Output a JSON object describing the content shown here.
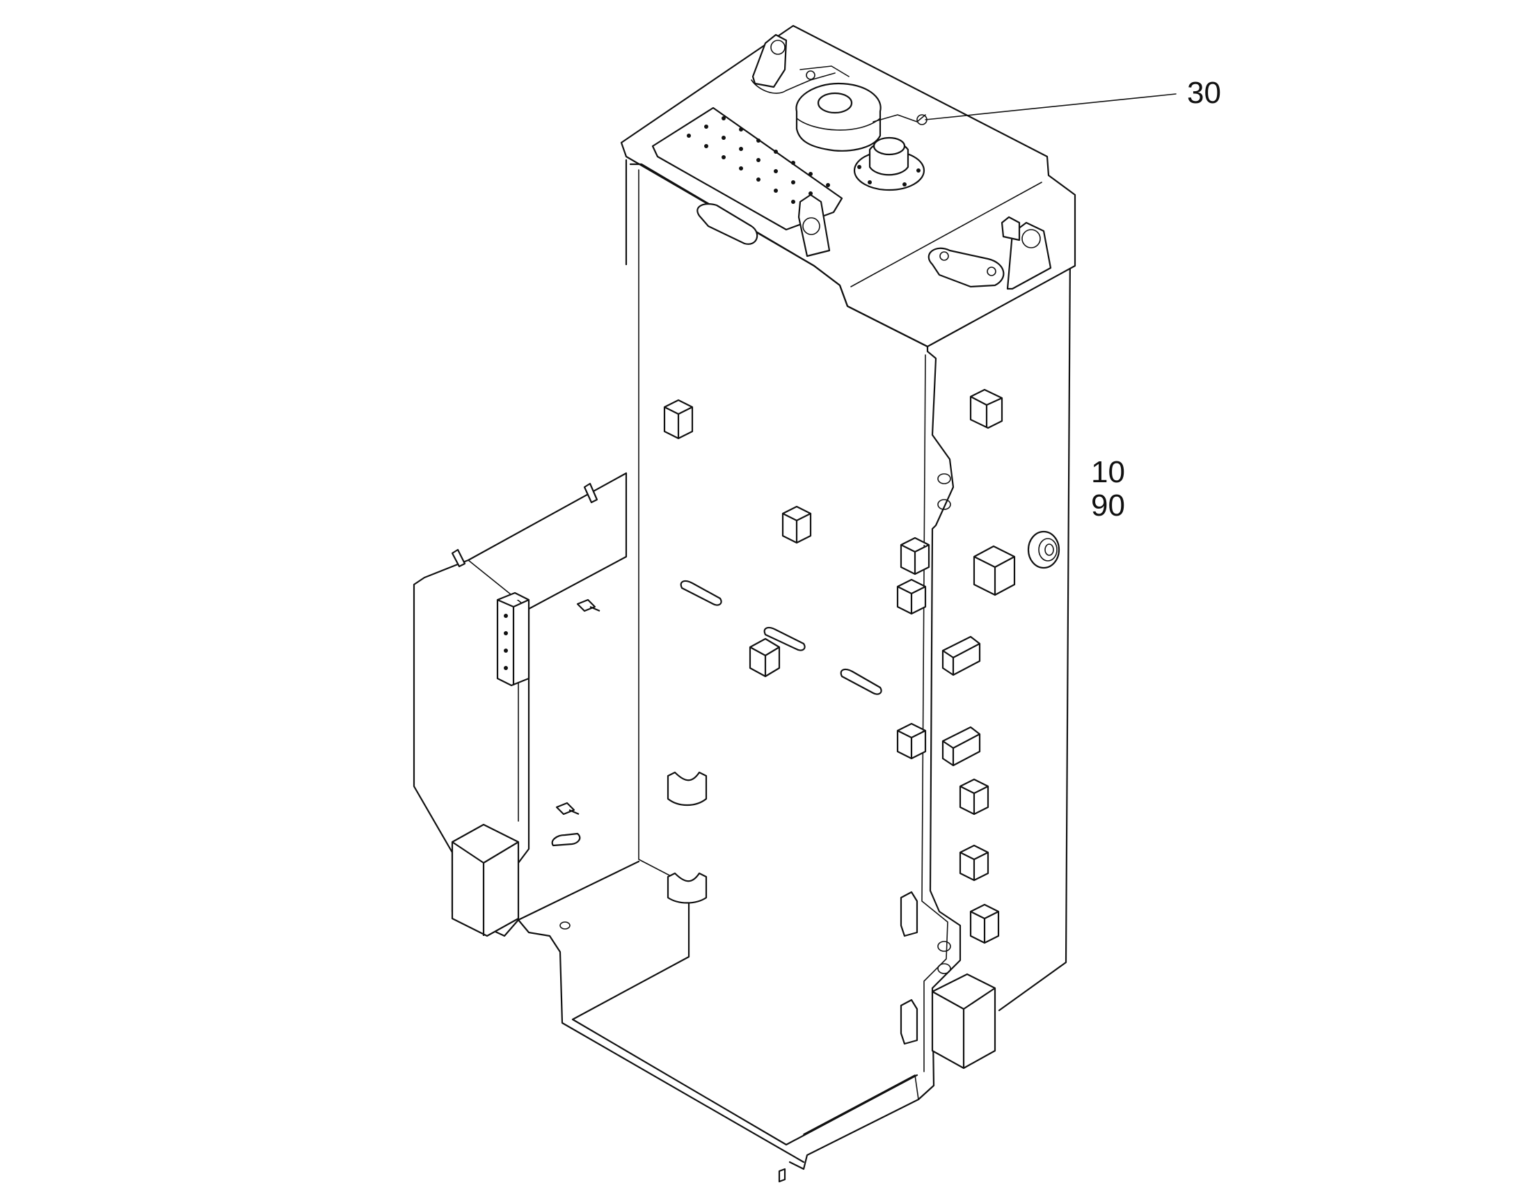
{
  "diagram": {
    "callouts": {
      "top_part": "30",
      "side_part_a": "10",
      "side_part_b": "90"
    },
    "line_color": "#111111",
    "background_color": "#ffffff"
  }
}
